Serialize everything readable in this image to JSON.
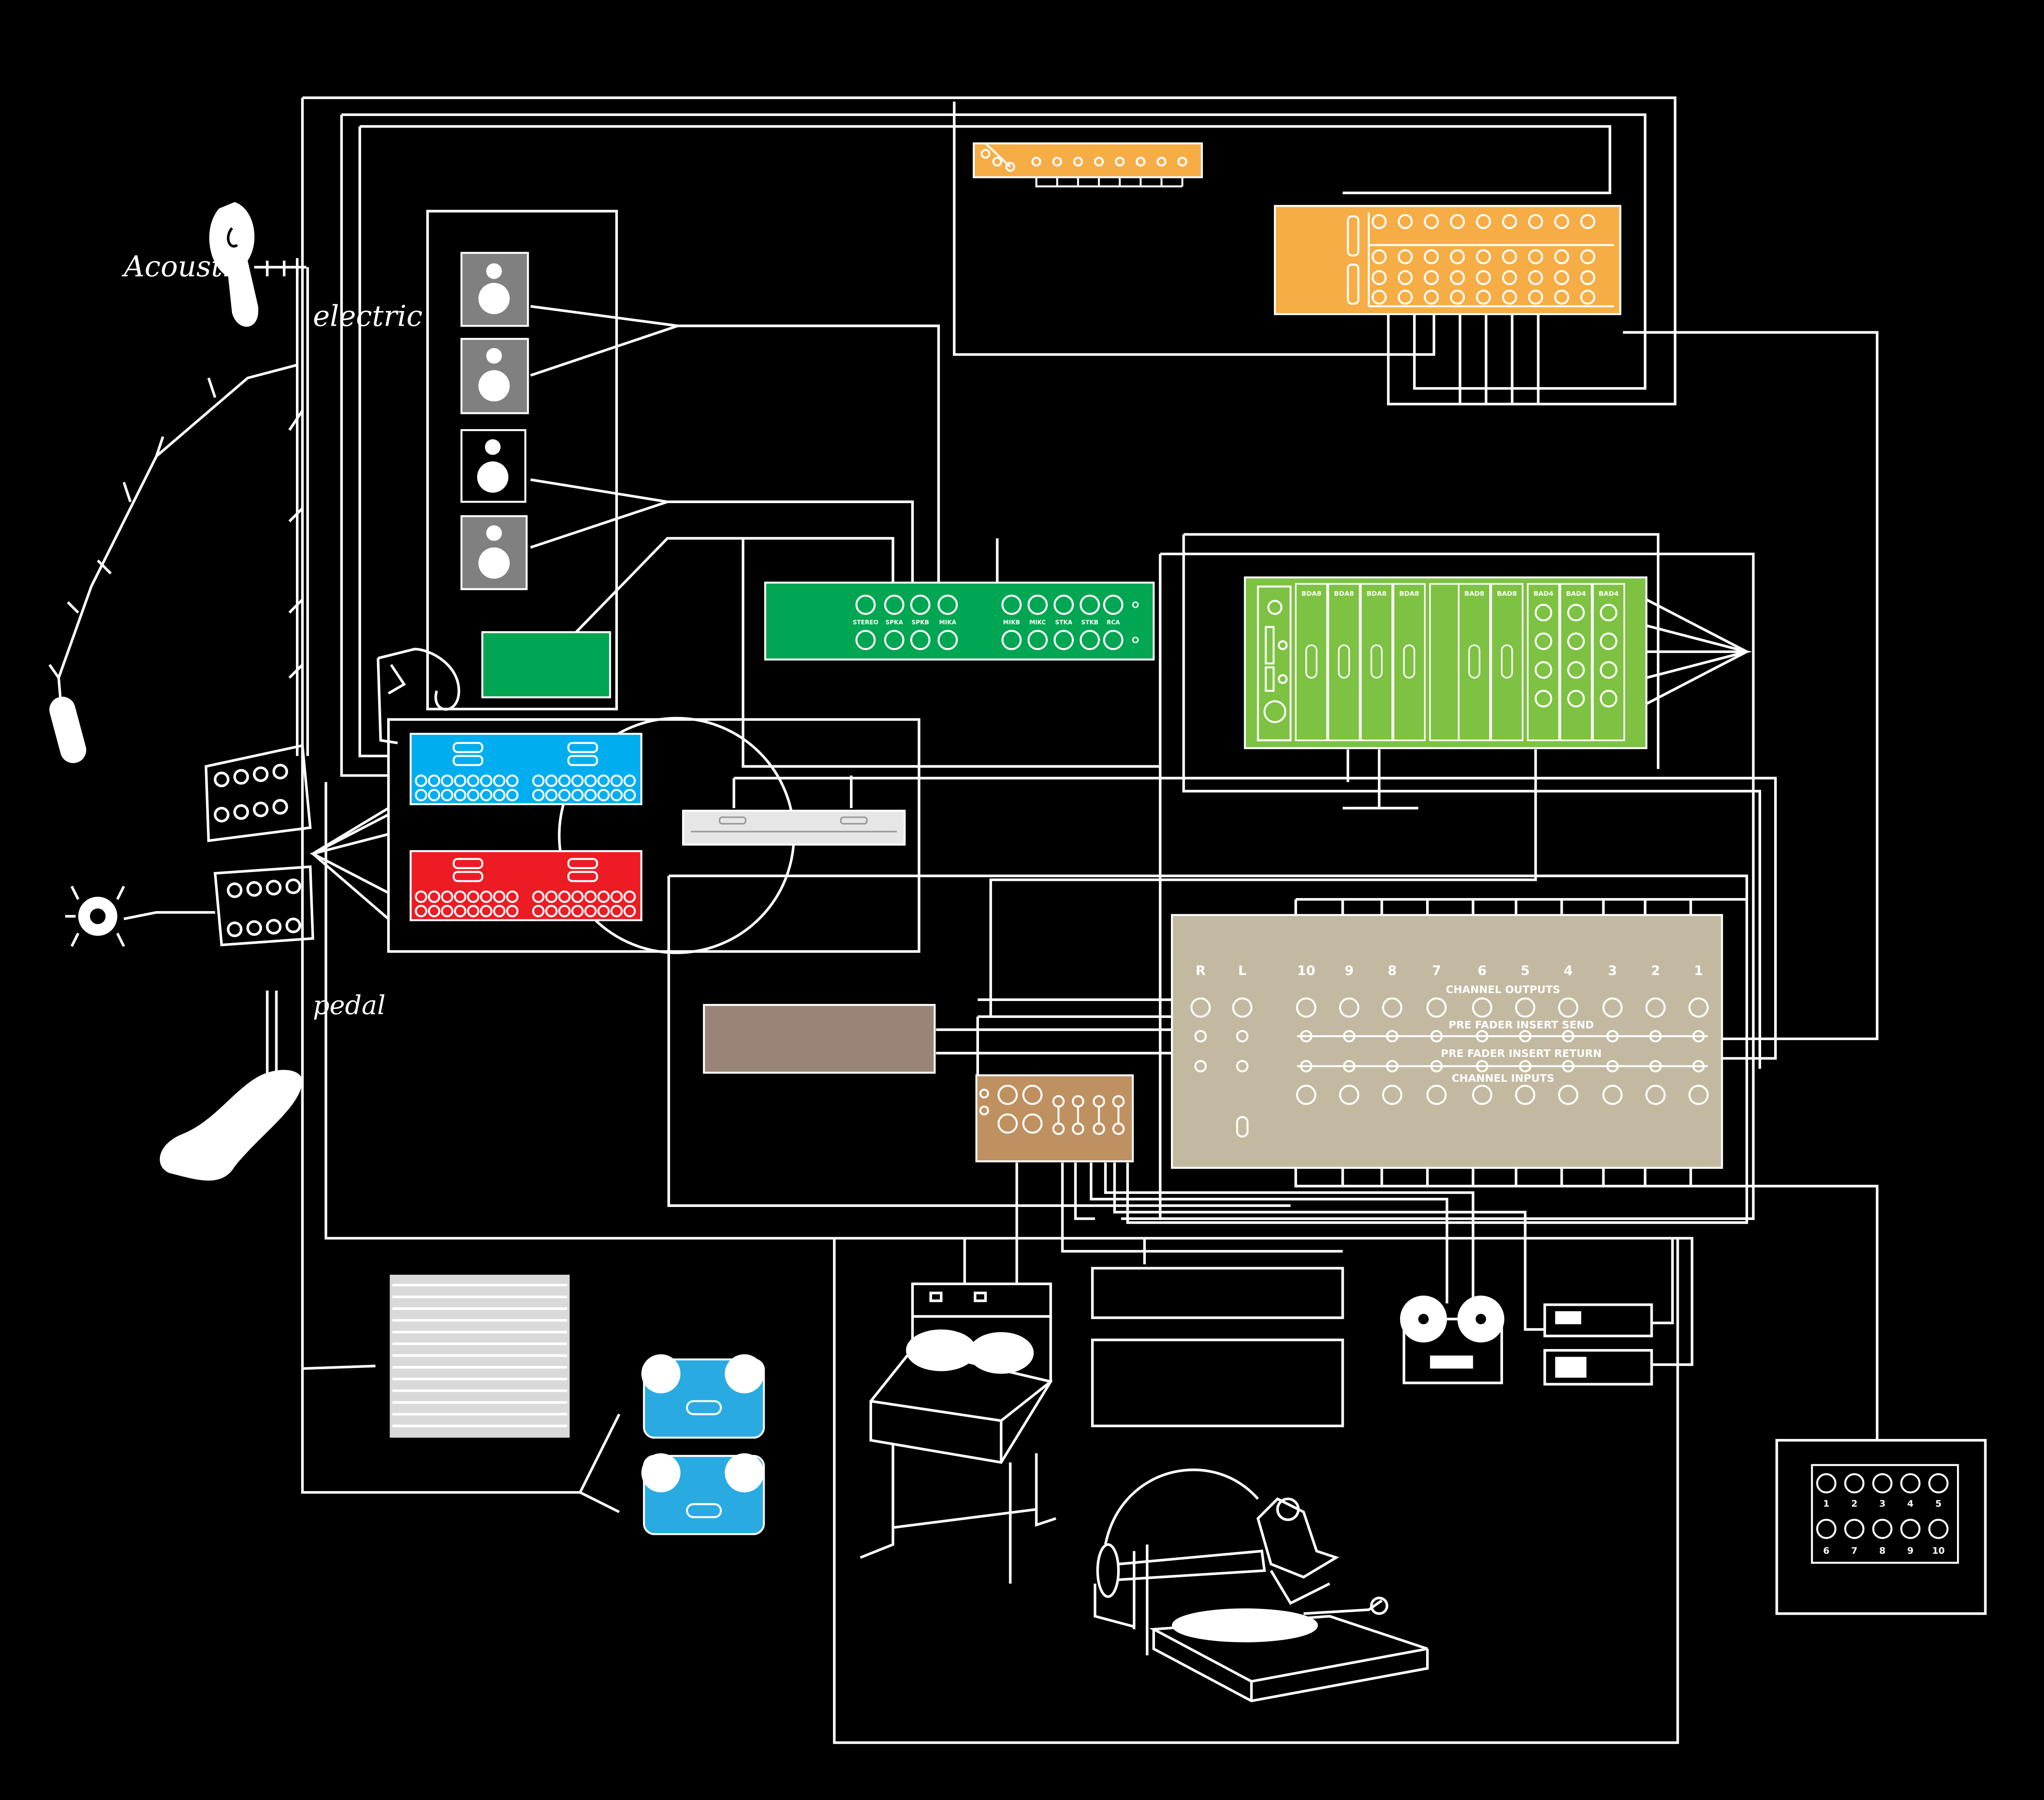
{
  "colors": {
    "background": "#000000",
    "wire": "#ffffff",
    "orange": "#f7ad45",
    "green": "#00a651",
    "lime": "#7dc242",
    "blue": "#00aeef",
    "red": "#ed1c24",
    "light_gray": "#e6e6e6",
    "gray": "#808080",
    "brown": "#9a8478",
    "tan_mixer": "#c3b9a1",
    "copper": "#bf9060",
    "reel_blue": "#29abe2"
  },
  "icons": [
    "speaker-icon",
    "reel-to-reel-icon",
    "turntable-icon",
    "tape-machine-icon",
    "guitar-icon",
    "foot-pedal-icon"
  ],
  "handwritten": {
    "acoustic": "Acoustic",
    "electric": "electric",
    "pedal": "pedal"
  },
  "green_rack": {
    "labels": [
      "STEREO",
      "SPKA",
      "SPKB",
      "MIKA",
      "MIKB",
      "MIKC",
      "STKA",
      "STKB",
      "RCA"
    ]
  },
  "lime_rack": {
    "module_labels": [
      "BDA8",
      "BDA8",
      "BDA8",
      "BDA8",
      "BAD8",
      "BAD8",
      "BAD4",
      "BAD4",
      "BAD4"
    ]
  },
  "mixer": {
    "master_labels": [
      "R",
      "L"
    ],
    "channel_numbers": [
      "10",
      "9",
      "8",
      "7",
      "6",
      "5",
      "4",
      "3",
      "2",
      "1"
    ],
    "row_labels": [
      "CHANNEL OUTPUTS",
      "PRE FADER INSERT SEND",
      "PRE FADER INSERT RETURN",
      "CHANNEL INPUTS"
    ]
  },
  "patch_box": {
    "top_row": [
      "1",
      "2",
      "3",
      "4",
      "5"
    ],
    "bottom_row": [
      "6",
      "7",
      "8",
      "9",
      "10"
    ]
  }
}
